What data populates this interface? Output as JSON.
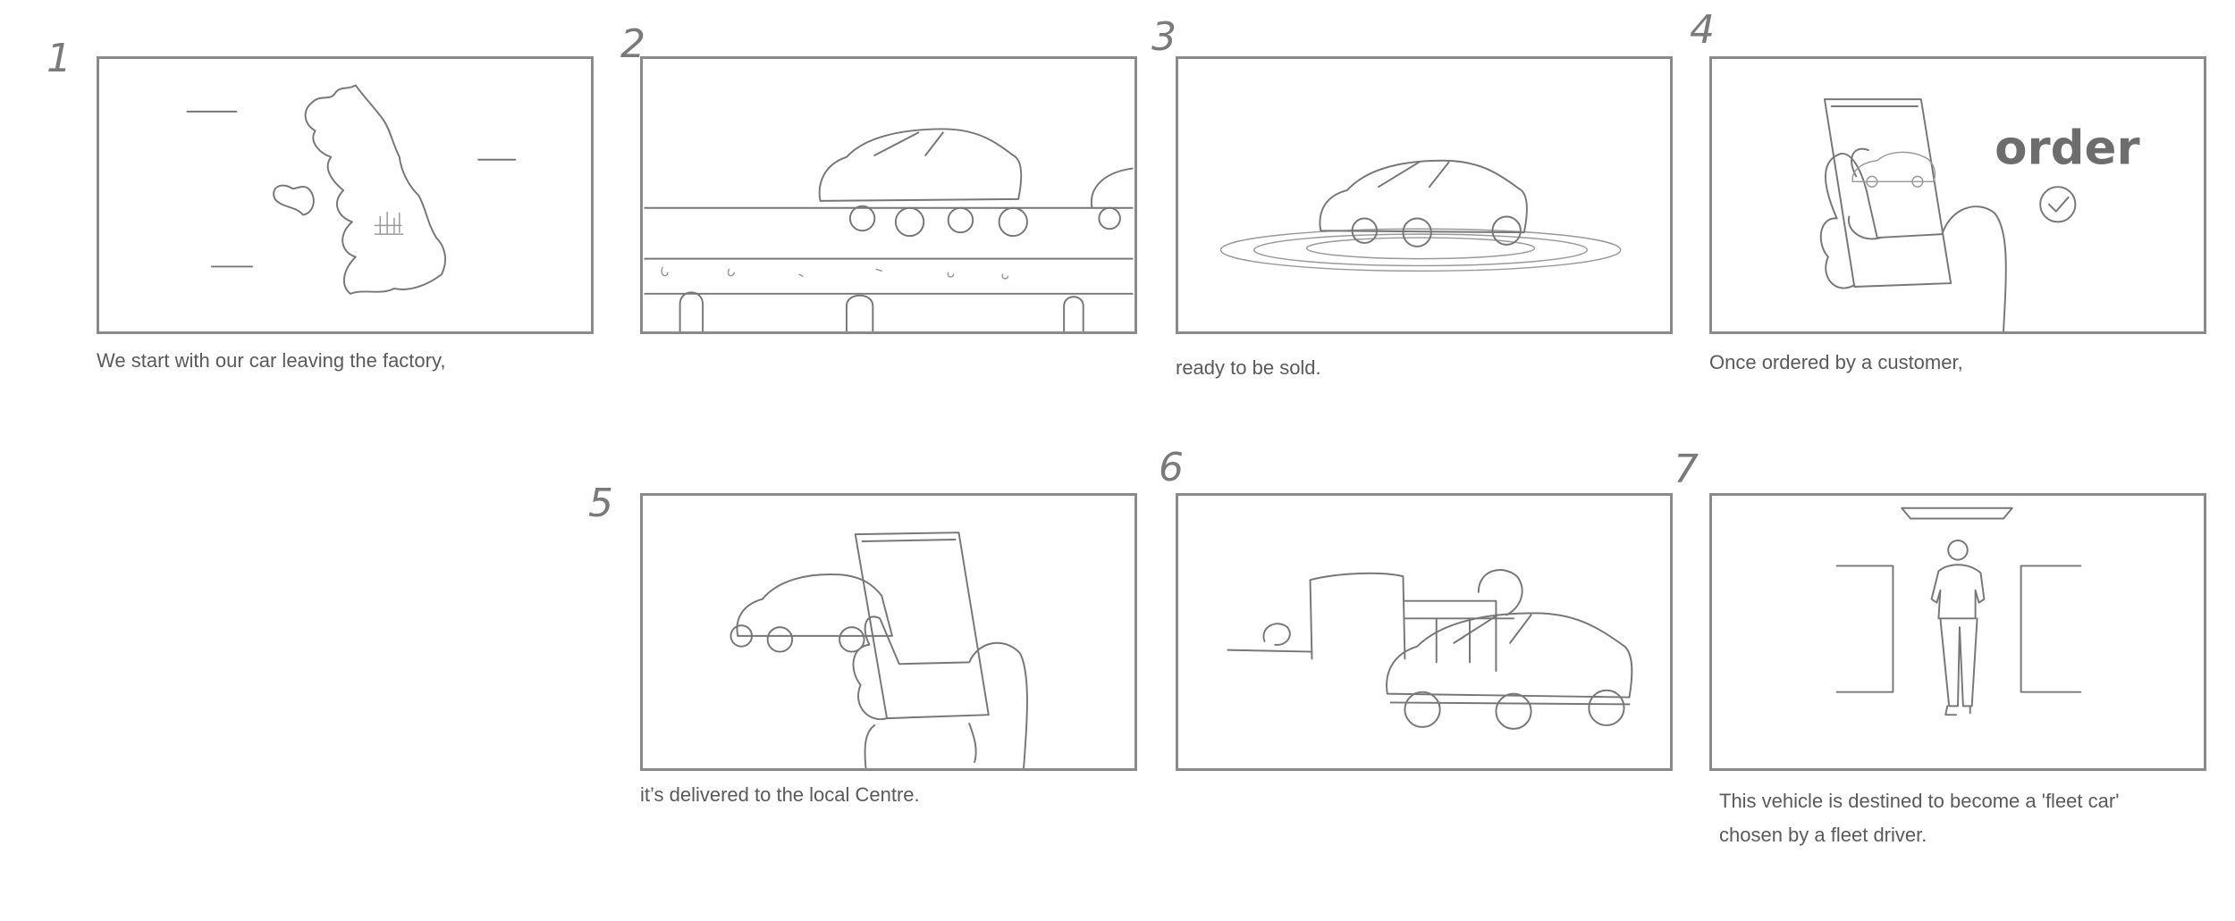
{
  "colors": {
    "frame_border": "#8a8a8a",
    "sketch_line": "#777777",
    "caption_text": "#5a5a5a"
  },
  "panels": [
    {
      "number": "1",
      "caption": "We start with our car leaving the factory,",
      "caption2": ""
    },
    {
      "number": "2",
      "caption": "",
      "caption2": ""
    },
    {
      "number": "3",
      "caption": "ready to be sold.",
      "caption2": ""
    },
    {
      "number": "4",
      "caption": "Once ordered by a customer,",
      "caption2": "",
      "overlay_text": "order"
    },
    {
      "number": "5",
      "caption": "it’s delivered to the local Centre.",
      "caption2": ""
    },
    {
      "number": "6",
      "caption": "",
      "caption2": ""
    },
    {
      "number": "7",
      "caption": "This vehicle is destined to become a 'fleet car'",
      "caption2": "chosen by a fleet driver."
    }
  ]
}
